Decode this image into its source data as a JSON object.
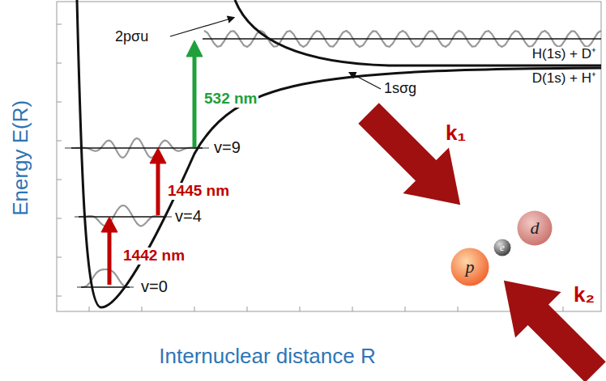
{
  "diagram": {
    "nodes": [
      {
        "text": [
          "p"
        ]
      },
      {
        "text": [
          "e"
        ]
      },
      {
        "text": [
          "d"
        ]
      }
    ],
    "labels": [
      "Energy E(R)",
      "Internuclear distance R",
      "2pσu",
      "1sσg",
      "H(1s) + D⁺",
      "D(1s) + H⁺",
      "v=9",
      "v=4",
      "v=0",
      "532 nm",
      "1445 nm",
      "1442 nm",
      "k₁",
      "k₂"
    ]
  }
}
